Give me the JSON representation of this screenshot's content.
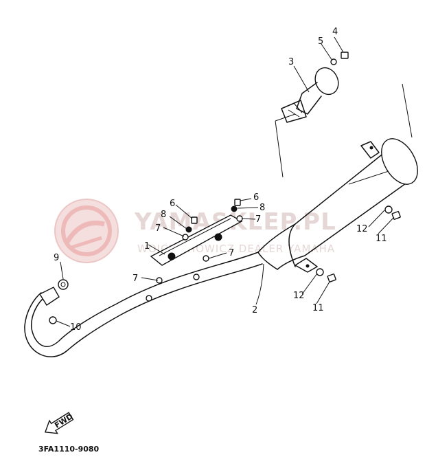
{
  "diagram": {
    "part_code": "3FA1110-9080",
    "fwd_label": "FWD",
    "watermark": {
      "brand": "YAMASKLEP.PL",
      "subtitle": "WOJCIECHOWICZ DEALER YAMAHA"
    },
    "callouts": [
      {
        "id": "1",
        "text": "1"
      },
      {
        "id": "2",
        "text": "2"
      },
      {
        "id": "3",
        "text": "3"
      },
      {
        "id": "4",
        "text": "4"
      },
      {
        "id": "5",
        "text": "5"
      },
      {
        "id": "6a",
        "text": "6"
      },
      {
        "id": "6b",
        "text": "6"
      },
      {
        "id": "7a",
        "text": "7"
      },
      {
        "id": "7b",
        "text": "7"
      },
      {
        "id": "7c",
        "text": "7"
      },
      {
        "id": "7d",
        "text": "7"
      },
      {
        "id": "8a",
        "text": "8"
      },
      {
        "id": "8b",
        "text": "8"
      },
      {
        "id": "9",
        "text": "9"
      },
      {
        "id": "10",
        "text": "10"
      },
      {
        "id": "11a",
        "text": "11"
      },
      {
        "id": "11b",
        "text": "11"
      },
      {
        "id": "12a",
        "text": "12"
      },
      {
        "id": "12b",
        "text": "12"
      }
    ]
  }
}
